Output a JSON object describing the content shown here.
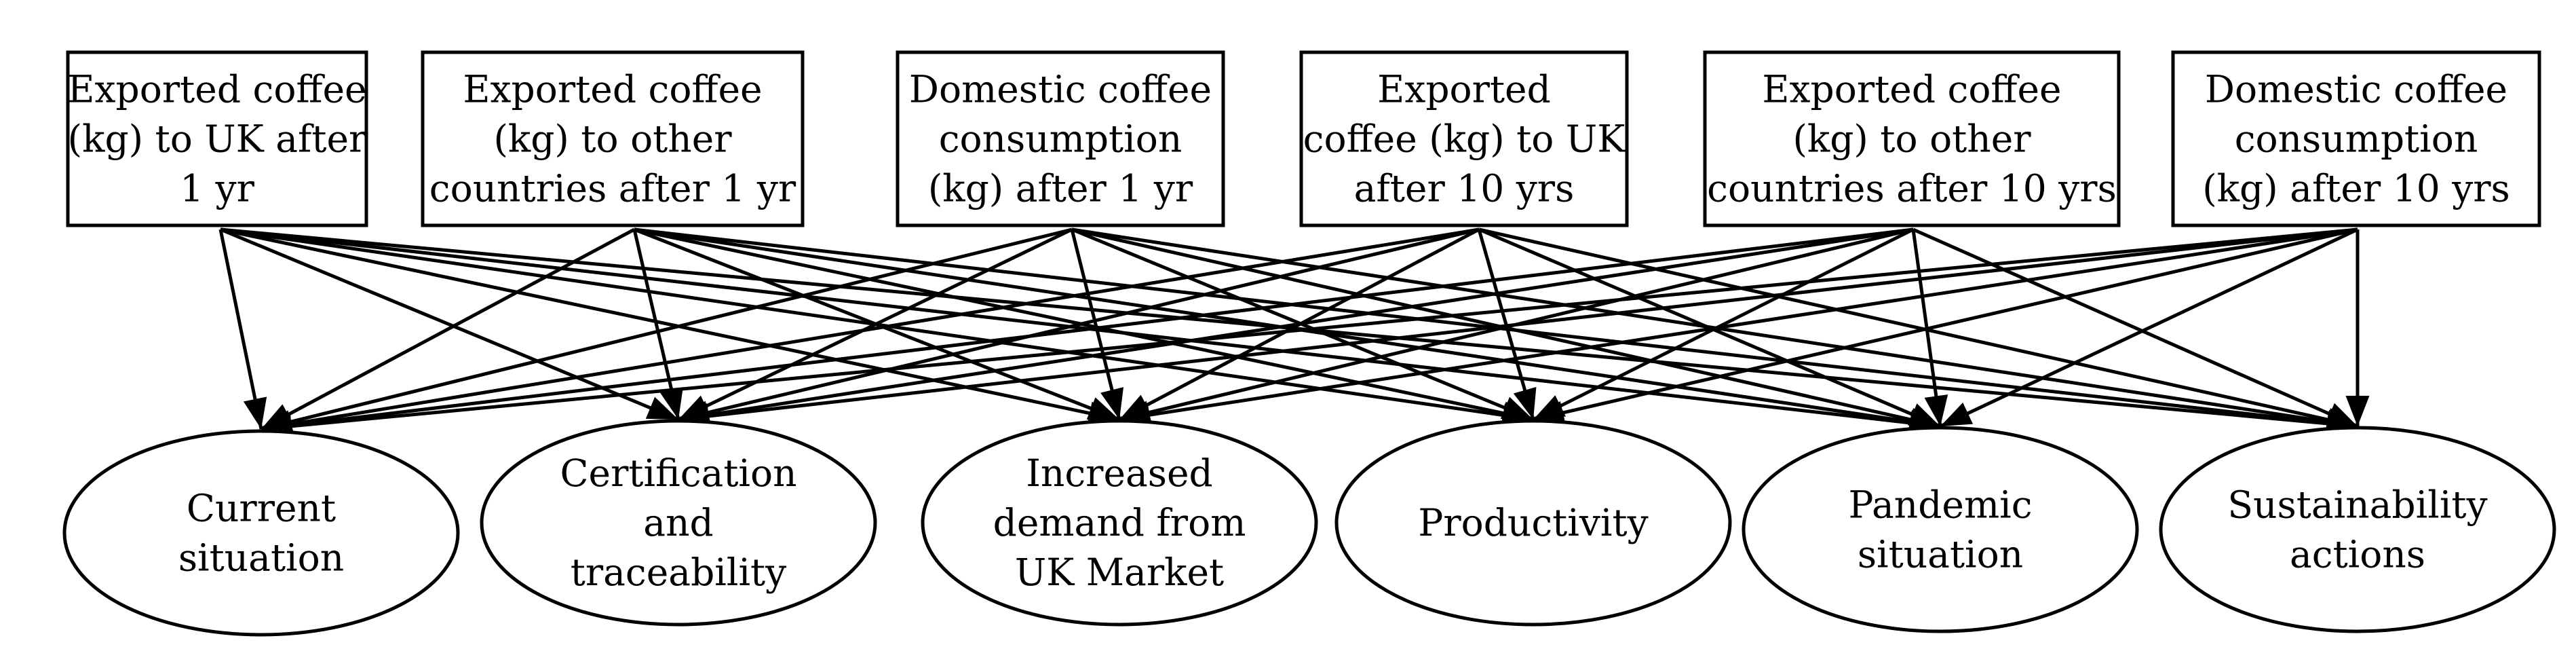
{
  "outputs": [
    {
      "id": "o1",
      "lines": [
        "Exported coffee",
        "(kg) to UK after",
        "1 yr"
      ]
    },
    {
      "id": "o2",
      "lines": [
        "Exported coffee",
        "(kg) to other",
        "countries after 1 yr"
      ]
    },
    {
      "id": "o3",
      "lines": [
        "Domestic coffee",
        "consumption",
        "(kg) after 1 yr"
      ]
    },
    {
      "id": "o4",
      "lines": [
        "Exported",
        "coffee (kg) to UK",
        "after 10 yrs"
      ]
    },
    {
      "id": "o5",
      "lines": [
        "Exported coffee",
        "(kg) to other",
        "countries after 10 yrs"
      ]
    },
    {
      "id": "o6",
      "lines": [
        "Domestic coffee",
        "consumption",
        "(kg) after 10 yrs"
      ]
    }
  ],
  "factors": [
    {
      "id": "f1",
      "lines": [
        "Current",
        "situation"
      ]
    },
    {
      "id": "f2",
      "lines": [
        "Certification",
        "and",
        "traceability"
      ]
    },
    {
      "id": "f3",
      "lines": [
        "Increased",
        "demand from",
        "UK Market"
      ]
    },
    {
      "id": "f4",
      "lines": [
        "Productivity"
      ]
    },
    {
      "id": "f5",
      "lines": [
        "Pandemic",
        "situation"
      ]
    },
    {
      "id": "f6",
      "lines": [
        "Sustainability",
        "actions"
      ]
    }
  ],
  "edge_rule": "every output box has an arrow to every factor ellipse",
  "colors": {
    "stroke": "#000000",
    "fill": "#ffffff"
  }
}
